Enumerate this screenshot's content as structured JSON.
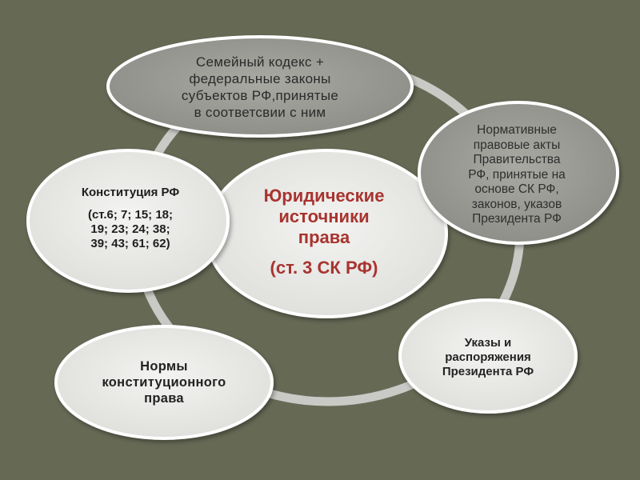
{
  "colors": {
    "background": "#666a55",
    "ring": "#c9c9c5",
    "ellipse_fill": "#e8e8e6",
    "ellipse_dark_fill": "#9a9b95",
    "center_text": "#a8342f"
  },
  "center": {
    "title_lines": [
      "Юридические",
      "источники",
      "права"
    ],
    "subtitle": "(ст. 3 СК РФ)"
  },
  "nodes": {
    "family": {
      "lines": [
        "Семейный кодекс +",
        "федеральные законы",
        "субъектов РФ,принятые",
        "в соответсвии с ним"
      ]
    },
    "constitution": {
      "title": "Конституция РФ",
      "detail_lines": [
        "(ст.6; 7; 15; 18;",
        "19; 23; 24; 38;",
        "39; 43; 61; 62)"
      ]
    },
    "government": {
      "lines": [
        "Нормативные",
        "правовые акты",
        "Правительства",
        "РФ, принятые на",
        "основе СК РФ,",
        "законов, указов",
        "Президента РФ"
      ]
    },
    "decrees": {
      "lines": [
        "Указы и",
        "распоряжения",
        "Президента РФ"
      ]
    },
    "norms": {
      "lines": [
        "Нормы",
        "конституционного",
        "права"
      ]
    }
  }
}
